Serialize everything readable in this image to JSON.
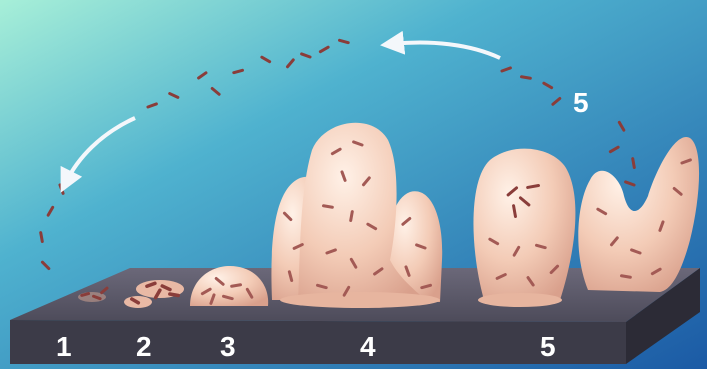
{
  "diagram": {
    "stage_labels": [
      "1",
      "2",
      "3",
      "4",
      "5"
    ],
    "dispersal_label": "5"
  },
  "colors": {
    "sky_top": "#7fe0c9",
    "sky_bottom": "#1e5ea8",
    "slab_top": "#5c5a6b",
    "slab_front": "#3b3a47",
    "biofilm": "#f2c9b4",
    "biofilm_shadow": "#d9a893",
    "bacterium": "#8a3d3a",
    "arrow": "#f4f7fb"
  }
}
